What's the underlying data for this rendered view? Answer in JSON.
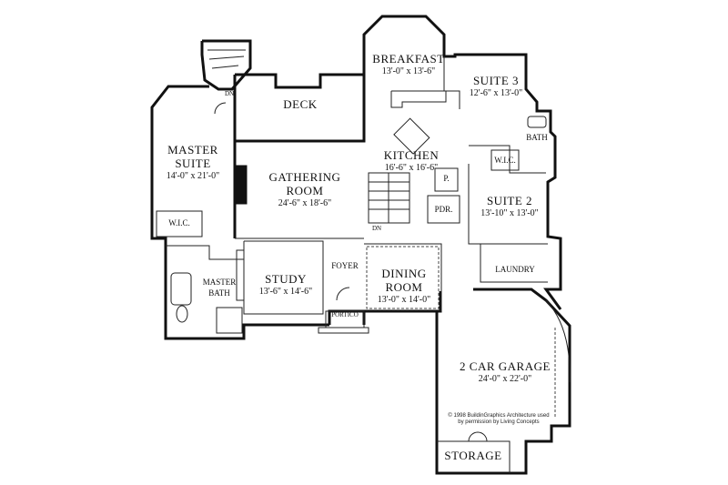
{
  "rooms": {
    "breakfast": {
      "name": "BREAKFAST",
      "dims": "13'-0\" x 13'-6\""
    },
    "suite3": {
      "name": "SUITE 3",
      "dims": "12'-6\" x 13'-0\""
    },
    "deck": {
      "name": "DECK"
    },
    "master_suite": {
      "name_line1": "MASTER",
      "name_line2": "SUITE",
      "dims": "14'-0\" x 21'-0\""
    },
    "gathering": {
      "name_line1": "GATHERING",
      "name_line2": "ROOM",
      "dims": "24'-6\" x 18'-6\""
    },
    "kitchen": {
      "name": "KITCHEN",
      "dims": "16'-6\" x 16'-6\""
    },
    "bath": {
      "name": "BATH"
    },
    "wic_upper": {
      "name": "W.I.C."
    },
    "pantry": {
      "name": "P."
    },
    "pdr": {
      "name": "PDR."
    },
    "suite2": {
      "name": "SUITE 2",
      "dims": "13'-10\" x 13'-0\""
    },
    "wic_master": {
      "name": "W.I.C."
    },
    "master_bath": {
      "name_line1": "MASTER",
      "name_line2": "BATH"
    },
    "study": {
      "name": "STUDY",
      "dims": "13'-6\" x 14'-6\""
    },
    "foyer": {
      "name": "FOYER"
    },
    "dining": {
      "name_line1": "DINING",
      "name_line2": "ROOM",
      "dims": "13'-0\" x 14'-0\""
    },
    "laundry": {
      "name": "LAUNDRY"
    },
    "portico": {
      "name": "PORTICO"
    },
    "garage": {
      "name": "2 CAR GARAGE",
      "dims": "24'-0\" x 22'-0\""
    },
    "storage": {
      "name": "STORAGE"
    }
  },
  "stairs": {
    "dn_upper": "DN",
    "dn_kitchen": "DN"
  },
  "copyright": {
    "line1": "© 1998 BuildinGraphics Architecture used",
    "line2": "by permission by Living Concepts"
  }
}
